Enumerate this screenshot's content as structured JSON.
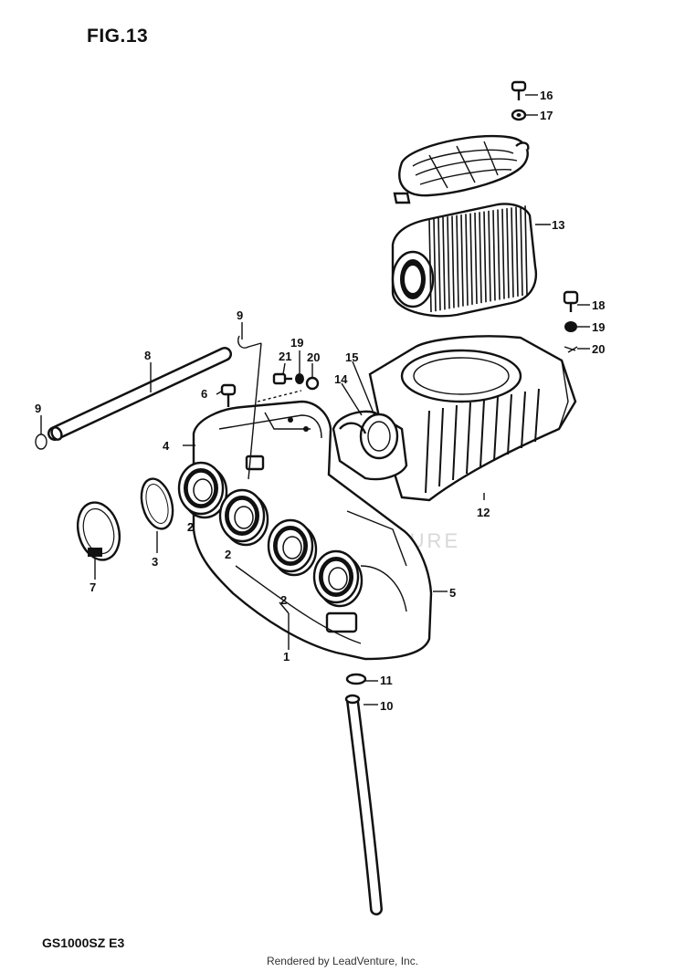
{
  "figure": {
    "title": "FIG.13",
    "model_code": "GS1000SZ E3",
    "footer": "Rendered by LeadVenture, Inc.",
    "watermark": "VENTURE"
  },
  "callouts": [
    "1",
    "2",
    "2",
    "2",
    "2",
    "3",
    "4",
    "5",
    "6",
    "7",
    "8",
    "9",
    "9",
    "10",
    "11",
    "12",
    "13",
    "14",
    "15",
    "16",
    "17",
    "18",
    "19",
    "19",
    "20",
    "20",
    "21"
  ]
}
